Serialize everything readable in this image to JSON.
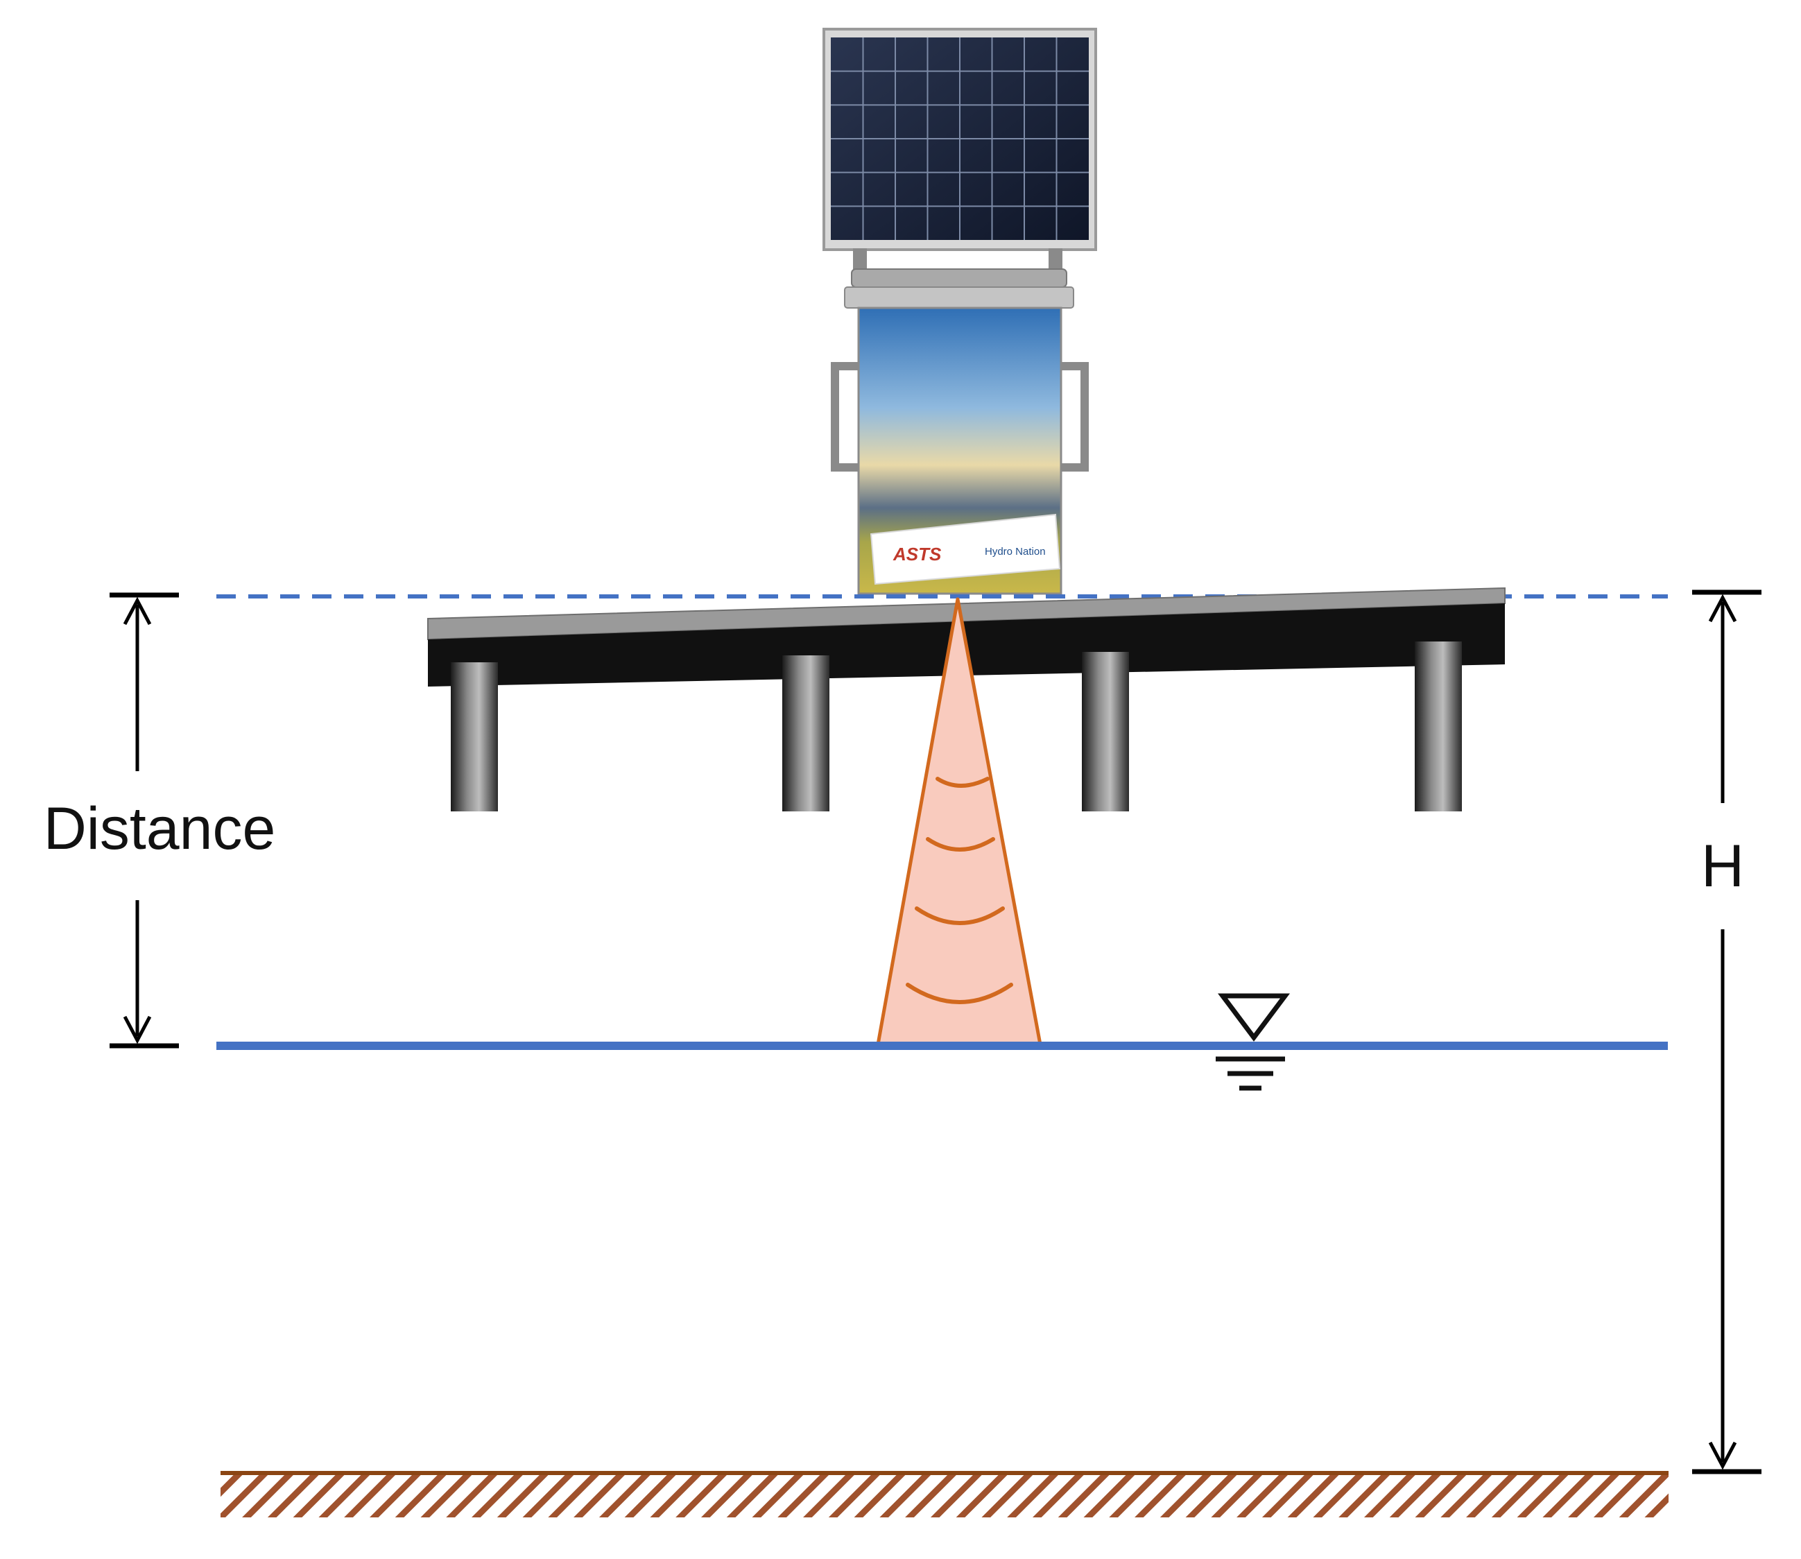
{
  "labels": {
    "distance": "Distance",
    "height": "H"
  },
  "logo": {
    "brand_text": "ASTS",
    "partner_text": "Hydro Nation"
  },
  "colors": {
    "reference_line": "#4472C4",
    "water_surface": "#4472C4",
    "sensor_beam_fill": "#F9CBBE",
    "sensor_beam_stroke": "#D2691E",
    "riverbed": "#8B4513",
    "dimension_lines": "#000000",
    "bridge_deck": "#111111",
    "bridge_top": "#9a9a9a"
  },
  "icons": {
    "water_level_marker": "inverted-triangle-water-level-icon",
    "solar_panel": "solar-panel-icon",
    "sensor_enclosure": "sensor-box-icon"
  }
}
